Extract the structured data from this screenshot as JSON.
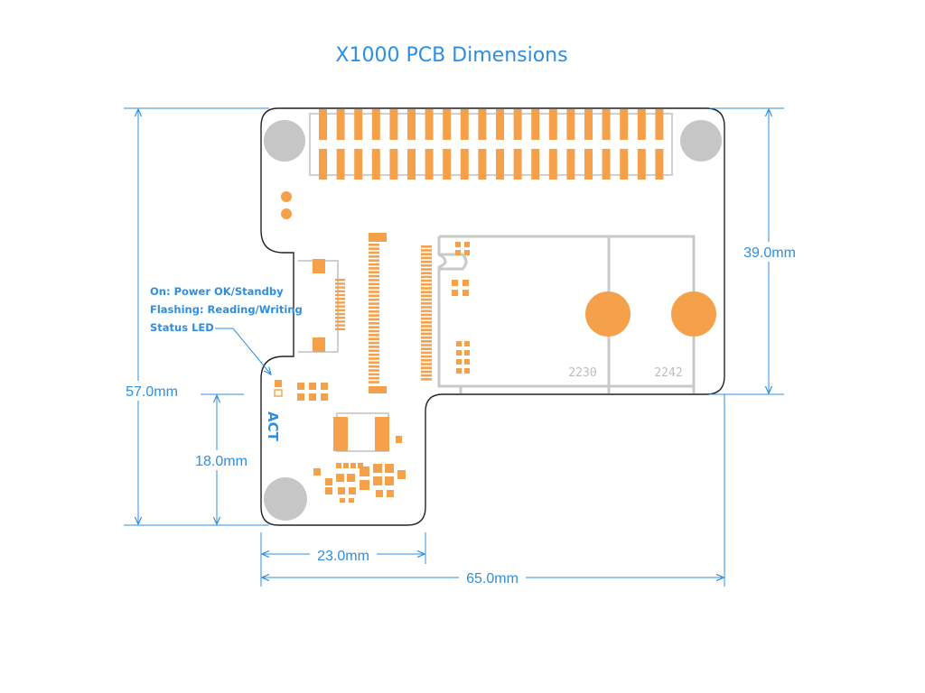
{
  "title": "X1000 PCB Dimensions",
  "dimensions": {
    "height_total": "57.0mm",
    "height_right": "39.0mm",
    "height_left_lower": "18.0mm",
    "width_lower": "23.0mm",
    "width_total": "65.0mm"
  },
  "led_note": {
    "line1": "On: Power OK/Standby",
    "line2": "Flashing: Reading/Writing",
    "line3": "Status LED"
  },
  "silkscreen": {
    "act": "ACT",
    "size_2230": "2230",
    "size_2242": "2242"
  },
  "colors": {
    "accent": "#2e8fe0",
    "pad": "#f5a04a",
    "hole": "#c6c6c6",
    "outline": "#222222"
  }
}
